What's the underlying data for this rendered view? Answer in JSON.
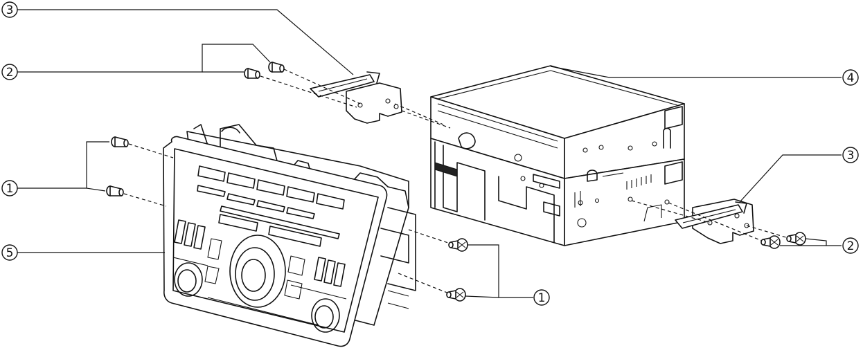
{
  "callouts": [
    {
      "id": "c3-top-left",
      "label": "3"
    },
    {
      "id": "c2-left",
      "label": "2"
    },
    {
      "id": "c4-right",
      "label": "4"
    },
    {
      "id": "c3-right",
      "label": "3"
    },
    {
      "id": "c1-left",
      "label": "1"
    },
    {
      "id": "c5-left",
      "label": "5"
    },
    {
      "id": "c2-right",
      "label": "2"
    },
    {
      "id": "c1-bottom",
      "label": "1"
    }
  ]
}
